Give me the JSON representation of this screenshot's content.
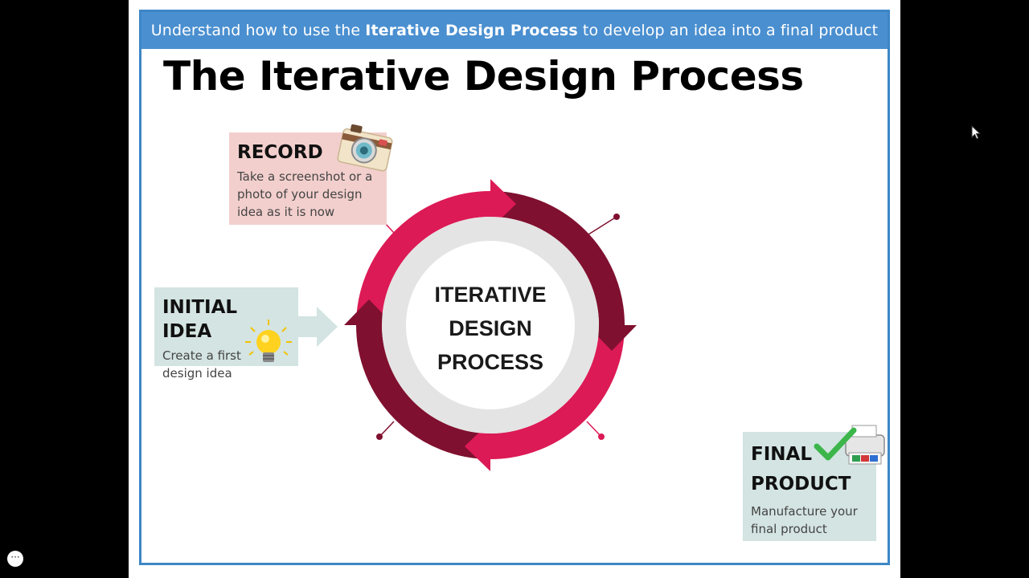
{
  "banner": {
    "prefix": "Understand how to use the ",
    "bold": "Iterative Design Process",
    "suffix": " to develop an idea into a final product"
  },
  "title": "The Iterative Design Process",
  "center": {
    "line1": "ITERATIVE",
    "line2": "DESIGN",
    "line3": "PROCESS"
  },
  "cards": {
    "record": {
      "heading": "RECORD",
      "line1": "Take a screenshot or a",
      "line2": "photo of your design",
      "line3": "idea as it is now",
      "icon": "camera-icon"
    },
    "initial": {
      "heading": "INITIAL IDEA",
      "line1": "Create a first",
      "line2": "design idea",
      "icon": "lightbulb-icon"
    },
    "final": {
      "heading1": "FINAL",
      "heading2": "PRODUCT",
      "line1": "Manufacture your",
      "line2": "final product",
      "icon": "printer-check-icon"
    }
  },
  "colors": {
    "banner": "#4a8fd0",
    "frame": "#3d86c6",
    "arrow_light": "#dc1a55",
    "arrow_dark": "#80102f",
    "record_bg": "#f2cfcd",
    "teal_bg": "#d3e4e2"
  },
  "player": {
    "menu_icon": "more-icon",
    "cursor_icon": "cursor-icon"
  }
}
